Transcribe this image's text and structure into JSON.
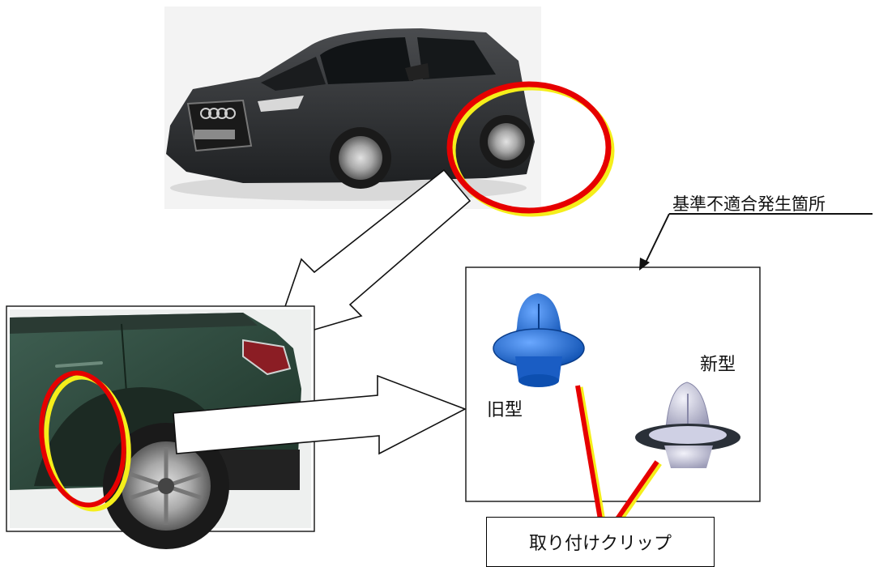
{
  "labels": {
    "location": "基準不適合発生箇所",
    "old_type": "旧型",
    "new_type": "新型",
    "clip": "取り付けクリップ"
  },
  "colors": {
    "highlight_red": "#e60000",
    "highlight_yellow": "#f5ee1a",
    "old_clip": "#1f6fd6",
    "new_clip": "#c9c9e6",
    "car_body_top": "#2b2d2f",
    "car_body_side": "#274336"
  },
  "icons": [
    "car-front-photo",
    "car-rear-photo",
    "old-clip-icon",
    "new-clip-icon"
  ]
}
